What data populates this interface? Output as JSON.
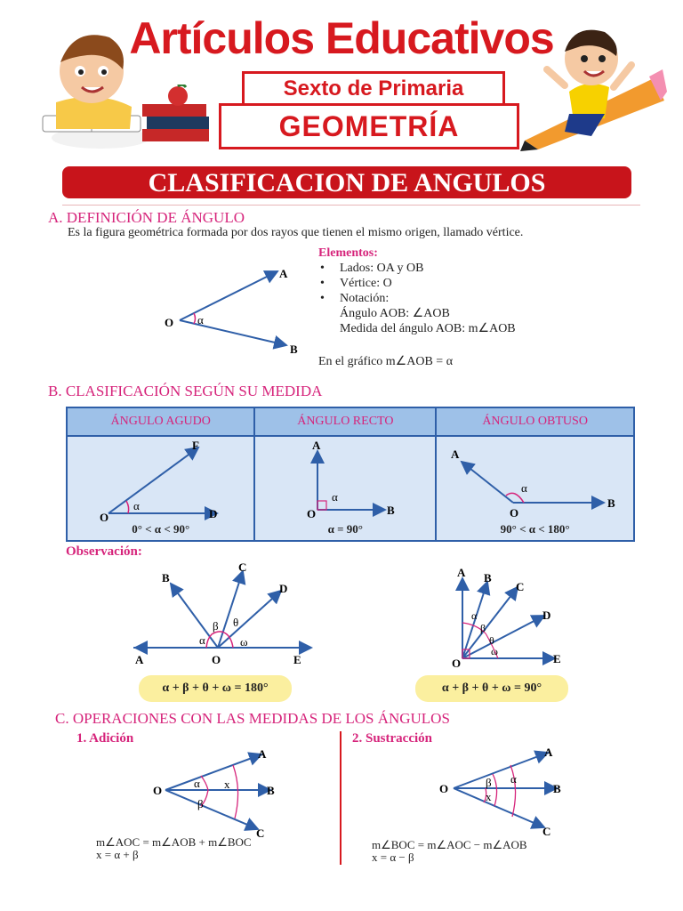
{
  "header": {
    "brand": "Artículos Educativos",
    "grade": "Sexto de Primaria",
    "subject": "GEOMETRÍA"
  },
  "title": "CLASIFICACION DE ANGULOS",
  "section_a": {
    "heading": "A. DEFINICIÓN DE ÁNGULO",
    "definition": "Es la figura geométrica formada por dos rayos que tienen el mismo origen, llamado vértice.",
    "elements_title": "Elementos:",
    "items": [
      "Lados: OA y OB",
      "Vértice: O",
      "Notación:",
      "Ángulo AOB: ∠AOB",
      "Medida del ángulo AOB: m∠AOB"
    ],
    "graph_note": "En el gráfico m∠AOB = α",
    "diagram_labels": {
      "A": "A",
      "B": "B",
      "O": "O",
      "alpha": "α"
    }
  },
  "section_b": {
    "heading": "B. CLASIFICACIÓN SEGÚN SU MEDIDA",
    "columns": [
      {
        "header": "ÁNGULO AGUDO",
        "caption": "0° < α < 90°"
      },
      {
        "header": "ÁNGULO RECTO",
        "caption": "α  = 90°"
      },
      {
        "header": "ÁNGULO OBTUSO",
        "caption": "90° < α < 180°"
      }
    ],
    "observation": "Observación:",
    "formula_left": "α + β + θ + ω = 180°",
    "formula_right": "α + β + θ + ω = 90°"
  },
  "section_c": {
    "heading": "C. OPERACIONES CON LAS MEDIDAS DE LOS ÁNGULOS",
    "addition": {
      "title": "1.  Adición",
      "formula1": "m∠AOC = m∠AOB + m∠BOC",
      "formula2": "x = α + β"
    },
    "subtraction": {
      "title": "2.  Sustracción",
      "formula1": "m∠BOC = m∠AOC − m∠AOB",
      "formula2": "x = α − β"
    }
  },
  "colors": {
    "brand_red": "#d7191f",
    "section_pink": "#d6247b",
    "ray_blue": "#2f5fa8",
    "pill_yellow": "#fbef9f"
  }
}
